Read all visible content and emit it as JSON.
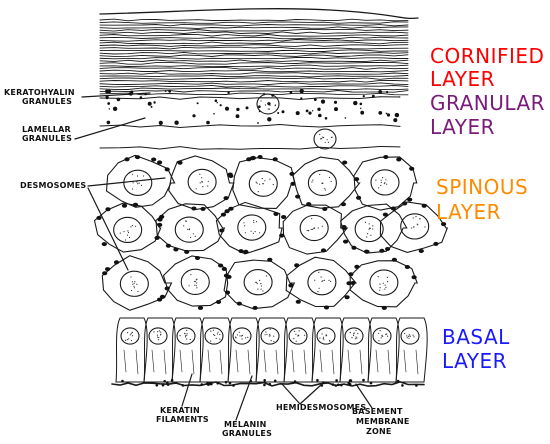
{
  "labels_left": {
    "keratohyalin_1": "KERATOHYALIN",
    "keratohyalin_2": "GRANULES",
    "lamellar_1": "LAMELLAR",
    "lamellar_2": "GRANULES",
    "desmosomes": "DESMOSOMES"
  },
  "labels_bottom": {
    "keratin_1": "KERATIN",
    "keratin_2": "FILAMENTS",
    "melanin_1": "MELANIN",
    "melanin_2": "GRANULES",
    "hemidesmosomes": "HEMIDESMOSOMES",
    "basement_1": "BASEMENT",
    "basement_2": "MEMBRANE",
    "basement_3": "ZONE"
  },
  "layers": {
    "cornified_1": "CORNIFIED",
    "cornified_2": "LAYER",
    "granular_1": "GRANULAR",
    "granular_2": "LAYER",
    "spinous_1": "SPINOUS",
    "spinous_2": "LAYER",
    "basal_1": "BASAL",
    "basal_2": "LAYER"
  },
  "colors": {
    "cornified": "#ff0000",
    "granular": "#7a1a7a",
    "spinous": "#ff8c00",
    "basal": "#1a1aff"
  }
}
